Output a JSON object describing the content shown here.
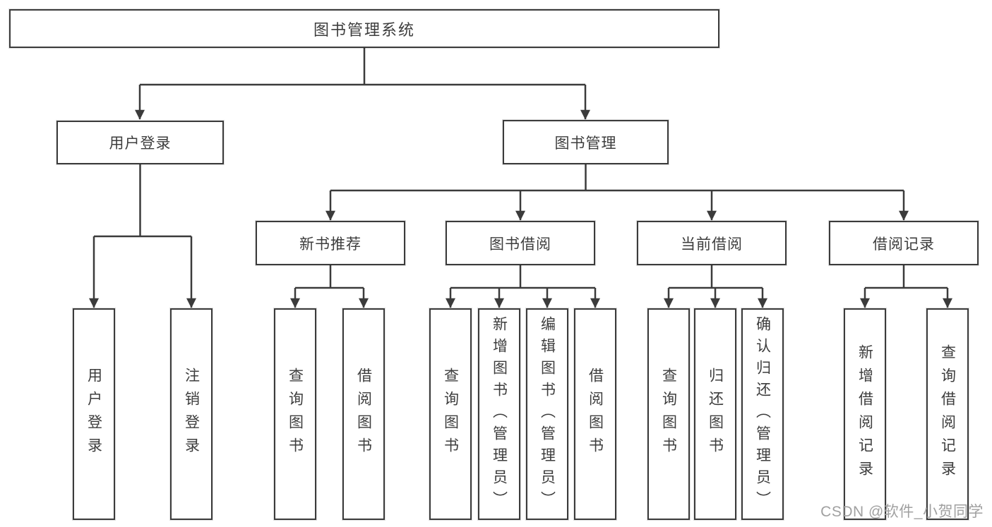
{
  "colors": {
    "line": "#3b3b3b",
    "text": "#3d3d3d",
    "box_bg": "#ffffff",
    "watermark": "#a0a0a0"
  },
  "tree": {
    "label": "图书管理系统",
    "children": [
      {
        "label": "用户登录",
        "children": [
          {
            "label": "用户登录"
          },
          {
            "label": "注销登录"
          }
        ]
      },
      {
        "label": "图书管理",
        "children": [
          {
            "label": "新书推荐",
            "children": [
              {
                "label": "查询图书"
              },
              {
                "label": "借阅图书"
              }
            ]
          },
          {
            "label": "图书借阅",
            "children": [
              {
                "label": "查询图书"
              },
              {
                "label": "新增图书（管理员）"
              },
              {
                "label": "编辑图书（管理员）"
              },
              {
                "label": "借阅图书"
              }
            ]
          },
          {
            "label": "当前借阅",
            "children": [
              {
                "label": "查询图书"
              },
              {
                "label": "归还图书"
              },
              {
                "label": "确认归还（管理员）"
              }
            ]
          },
          {
            "label": "借阅记录",
            "children": [
              {
                "label": "新增借阅记录"
              },
              {
                "label": "查询借阅记录"
              }
            ]
          }
        ]
      }
    ]
  },
  "watermark": "CSDN @软件_小贺同学"
}
